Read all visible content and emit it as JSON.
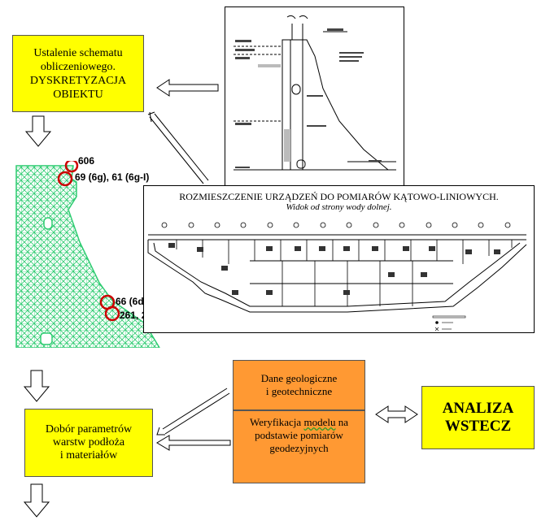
{
  "schema_box": {
    "line1": "Ustalenie schematu",
    "line2": "obliczeniowego.",
    "line3": "DYSKRETYZACJA",
    "line4": "OBIEKTU"
  },
  "dobor_box": {
    "line1": "Dobór parametrów",
    "line2": "warstw podłoża",
    "line3": "i materiałów"
  },
  "dane_box": {
    "line1": "Dane geologiczne",
    "line2": "i geotechniczne"
  },
  "weryf_box": {
    "line1_a": "Weryfikacja",
    "line1_b": "modelu",
    "line1_c": "na",
    "line2": "podstawie pomiarów",
    "line3": "geodezyjnych"
  },
  "analiza_box": {
    "line1": "ANALIZA",
    "line2": "WSTECZ"
  },
  "plan_panel": {
    "title": "ROZMIESZCZENIE URZĄDZEŃ DO POMIARÓW KĄTOWO-LINIOWYCH.",
    "subtitle": "Widok od strony wody dolnej."
  },
  "mesh_labels": {
    "p1": "606",
    "p2": "69 (6g), 61 (6g-I)",
    "p3": "66 (6d)",
    "p4": "261, 2"
  },
  "colors": {
    "yellow": "#ffff00",
    "orange": "#ff9933",
    "mesh": "#2ecc71",
    "marker": "#cc0000"
  }
}
